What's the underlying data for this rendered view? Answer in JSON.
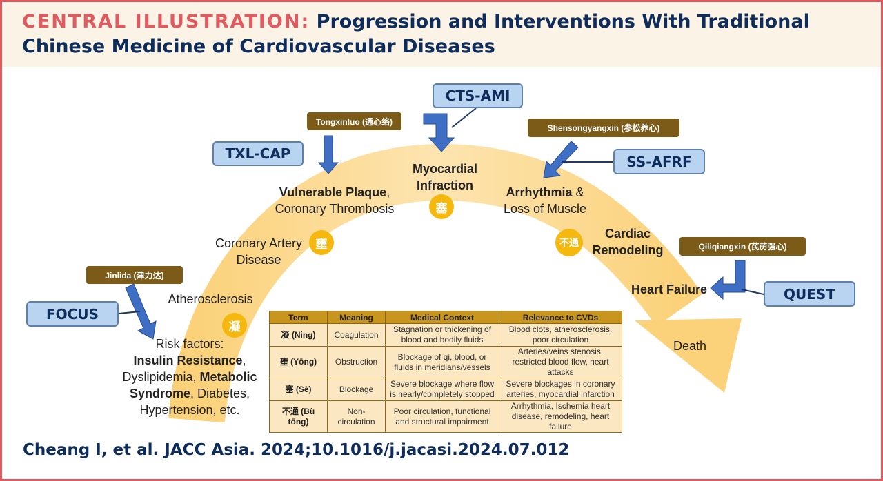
{
  "title": {
    "prefix": "CENTRAL ILLUSTRATION:",
    "line1": "Progression and Interventions With Traditional",
    "line2": "Chinese Medicine of Cardiovascular Diseases"
  },
  "trials": {
    "cts_ami": "CTS-AMI",
    "txl_cap": "TXL-CAP",
    "ss_afrf": "SS-AFRF",
    "quest": "QUEST",
    "focus": "FOCUS"
  },
  "drugs": {
    "tongxinluo": "Tongxinluo (通心络)",
    "shensongyangxin": "Shensongyangxin (参松养心)",
    "qiliqiangxin": "Qiliqiangxin (芪苈强心)",
    "jinlida": "Jinlida (津力达)"
  },
  "stages": {
    "mi_1": "Myocardial",
    "mi_2": "Infraction",
    "vp_bold": "Vulnerable Plaque",
    "vp_rest": ",",
    "vp_2": "Coronary Thrombosis",
    "arr_bold": "Arrhythmia",
    "arr_amp": " &",
    "arr_2": "Loss of Muscle",
    "cad_1": "Coronary Artery",
    "cad_2": "Disease",
    "cr_1": "Cardiac",
    "cr_2": "Remodeling",
    "hf": "Heart Failure",
    "ath": "Atherosclerosis",
    "death": "Death",
    "rf_1": "Risk factors:",
    "rf_ir": "Insulin Resistance",
    "rf_comma": ",",
    "rf_dys": "Dyslipidemia, ",
    "rf_ms1": "Metabolic",
    "rf_ms2": "Syndrome",
    "rf_diab": ", Diabetes,",
    "rf_ht": "Hypertension, etc."
  },
  "symbols": {
    "se": "塞",
    "yong": "壅",
    "butong": "不通",
    "ning": "凝"
  },
  "table": {
    "headers": [
      "Term",
      "Meaning",
      "Medical Context",
      "Relevance to CVDs"
    ],
    "rows": [
      [
        "凝 (Ning)",
        "Coagulation",
        "Stagnation or thickening of blood and bodily fluids",
        "Blood clots, atherosclerosis, poor circulation"
      ],
      [
        "壅 (Yōng)",
        "Obstruction",
        "Blockage of qi, blood, or fluids in meridians/vessels",
        "Arteries/veins stenosis, restricted blood flow, heart attacks"
      ],
      [
        "塞 (Sè)",
        "Blockage",
        "Severe blockage where flow is nearly/completely stopped",
        "Severe blockages in coronary arteries, myocardial infarction"
      ],
      [
        "不通 (Bù tōng)",
        "Non-circulation",
        "Poor circulation, functional and structural impairment",
        "Arrhythmia, Ischemia heart disease, remodeling, heart failure"
      ]
    ]
  },
  "citation": "Cheang I, et al. JACC Asia. 2024;10.1016/j.jacasi.2024.07.012",
  "colors": {
    "accent_red": "#e05a5f",
    "navy": "#0f2d5c",
    "arc": "#fbd88f",
    "drug_brown": "#7b5b17",
    "trial_blue": "#b9d4f0"
  }
}
